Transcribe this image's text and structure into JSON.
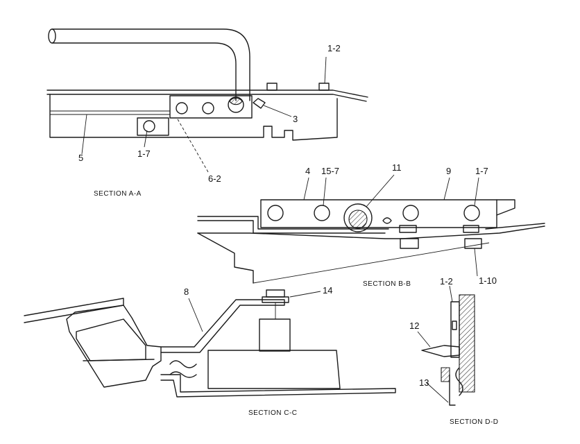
{
  "sections": {
    "aa": {
      "caption": "SECTION A-A",
      "labels": {
        "p12": "1-2",
        "p3": "3",
        "p5": "5",
        "p17": "1-7",
        "p62": "6-2"
      }
    },
    "bb": {
      "caption": "SECTION B-B",
      "labels": {
        "p4": "4",
        "p157": "15-7",
        "p11": "11",
        "p9": "9",
        "p17": "1-7",
        "p110": "1-10"
      }
    },
    "cc": {
      "caption": "SECTION C-C",
      "labels": {
        "p8": "8",
        "p14": "14"
      }
    },
    "dd": {
      "caption": "SECTION D-D",
      "labels": {
        "p12": "1-2",
        "p12b": "12",
        "p13": "13"
      }
    }
  }
}
